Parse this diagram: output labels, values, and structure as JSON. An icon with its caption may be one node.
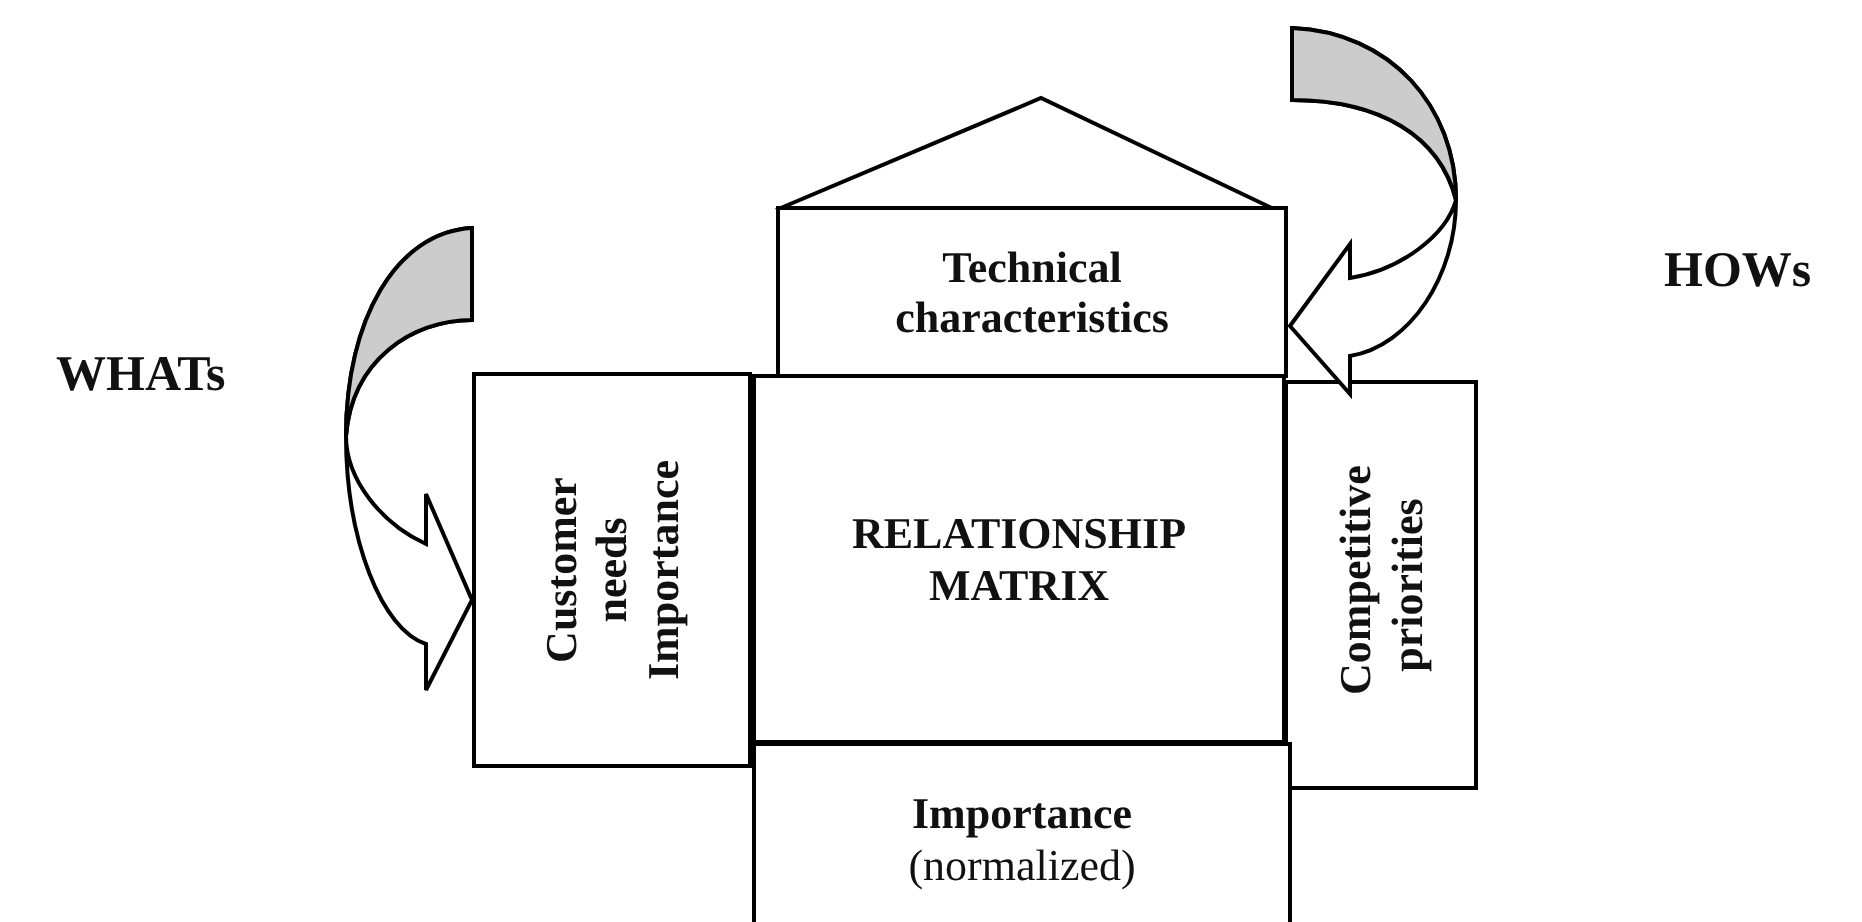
{
  "diagram": {
    "nodes": [
      {
        "text": [],
        "shape": "triangle"
      },
      {
        "text": [
          "Technical characteristics"
        ]
      },
      {
        "text": [
          "Customer needs Importance"
        ]
      },
      {
        "text": [
          "RELATIONSHIP MATRIX"
        ]
      },
      {
        "text": [
          "Competitive priorities"
        ]
      },
      {
        "text": [
          "Importance",
          "(normalized)"
        ]
      }
    ],
    "edges": [
      {
        "from": null,
        "to": 2,
        "arrow": "to"
      },
      {
        "from": null,
        "to": 1,
        "arrow": "to"
      }
    ],
    "labels": [
      "WHATs",
      "HOWs"
    ]
  }
}
